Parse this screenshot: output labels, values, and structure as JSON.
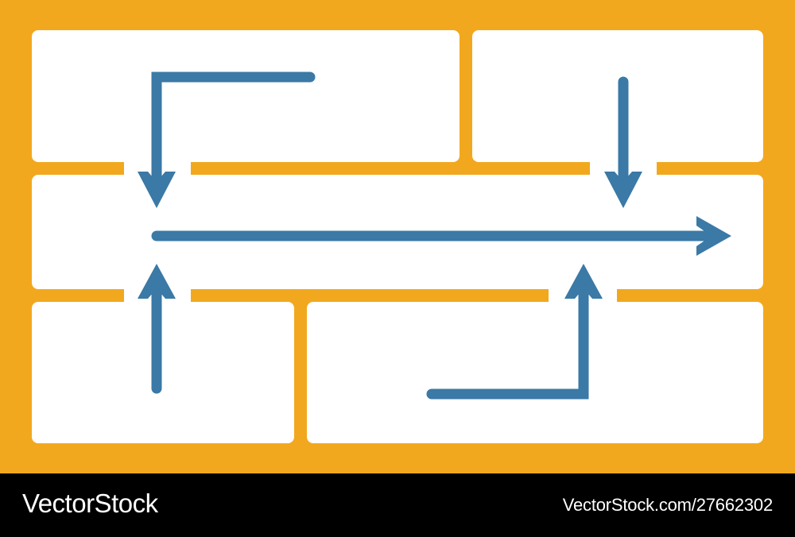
{
  "colors": {
    "frame": "#F2A81E",
    "arrow": "#3B79A6",
    "floor": "#FFFFFF",
    "footer_bg": "#000000",
    "footer_text": "#FFFFFF"
  },
  "icons": {
    "frame": "rectangular-maze-frame",
    "arrows": [
      "corner-arrow-down-left",
      "arrow-down",
      "main-arrow-right",
      "arrow-up",
      "corner-arrow-up-right"
    ]
  },
  "footer": {
    "brand": "VectorStock",
    "image_id": "VectorStock.com/27662302"
  }
}
